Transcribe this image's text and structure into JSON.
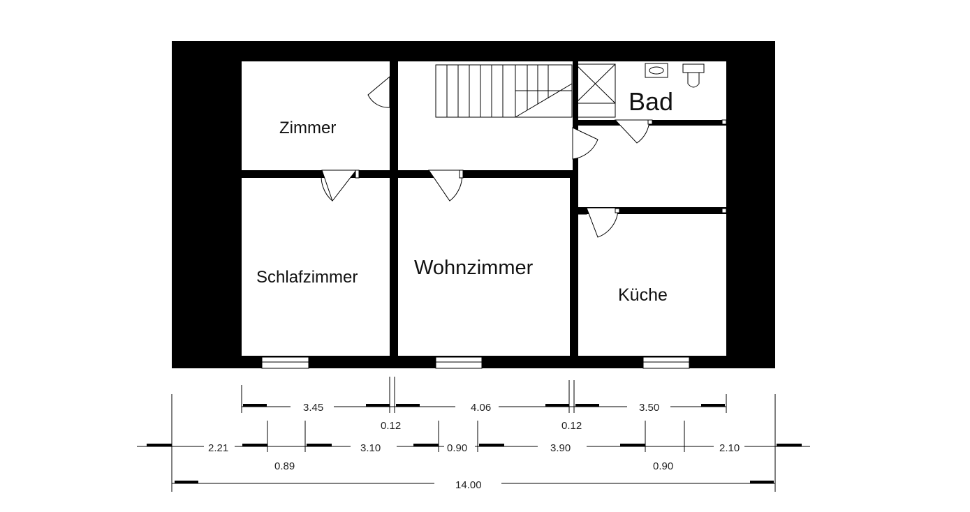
{
  "rooms": {
    "zimmer": "Zimmer",
    "bad": "Bad",
    "schlafzimmer": "Schlafzimmer",
    "wohnzimmer": "Wohnzimmer",
    "kueche": "Küche"
  },
  "dimensions": {
    "row1": [
      "3.45",
      "4.06",
      "3.50"
    ],
    "row1_sub": [
      "0.12",
      "0.12"
    ],
    "row2": [
      "2.21",
      "3.10",
      "0.90",
      "3.90",
      "2.10"
    ],
    "row2_sub": [
      "0.89",
      "0.90"
    ],
    "total": "14.00"
  }
}
